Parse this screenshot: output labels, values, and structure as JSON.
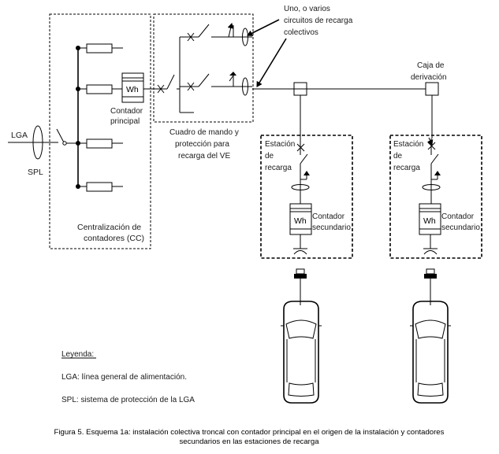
{
  "labels": {
    "lga": "LGA",
    "spl": "SPL",
    "wh_main": "Wh",
    "contador_principal_1": "Contador",
    "contador_principal_2": "principal",
    "cc_1": "Centralización de",
    "cc_2": "contadores (CC)",
    "cuadro_1": "Cuadro de mando y",
    "cuadro_2": "protección para",
    "cuadro_3": "recarga del VE",
    "circuitos_1": "Uno, o varios",
    "circuitos_2": "circuitos de recarga",
    "circuitos_3": "colectivos",
    "caja_1": "Caja de",
    "caja_2": "derivación",
    "estacion_1": "Estación",
    "estacion_2": "de",
    "estacion_3": "recarga",
    "wh_sec": "Wh",
    "contador_sec_1": "Contador",
    "contador_sec_2": "secundario"
  },
  "legend": {
    "title": "Leyenda:",
    "lga": "LGA: línea general de alimentación.",
    "spl": "SPL: sistema de protección de la LGA"
  },
  "caption": {
    "line1": "Figura 5. Esquema 1a: instalación colectiva troncal con contador principal en el origen de la instalación y contadores",
    "line2": "secundarios en las estaciones de recarga"
  }
}
